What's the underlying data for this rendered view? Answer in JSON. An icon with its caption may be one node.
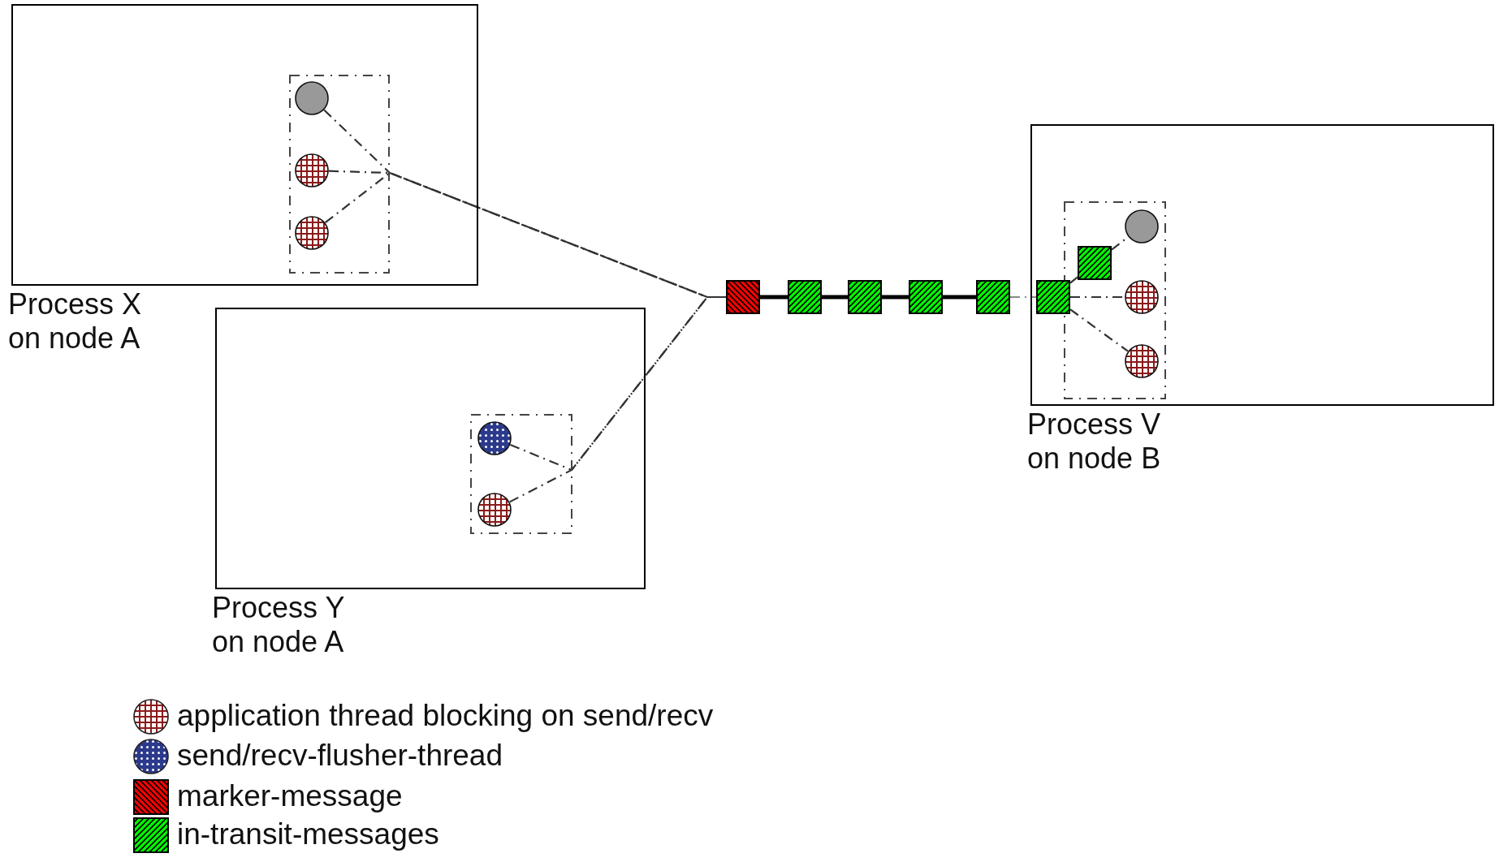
{
  "diagram": {
    "nodes": [
      {
        "text": [
          "Process X on node A"
        ]
      },
      {
        "text": [],
        "shape": "box",
        "in": 0
      },
      {
        "text": [],
        "shape": "circle",
        "in": 1
      },
      {
        "text": [],
        "shape": "circle",
        "in": 1
      },
      {
        "text": [],
        "shape": "circle",
        "in": 1
      },
      {
        "text": [
          "Process Y on node A"
        ]
      },
      {
        "text": [],
        "shape": "box",
        "in": 5
      },
      {
        "text": [],
        "shape": "circle",
        "in": 6
      },
      {
        "text": [],
        "shape": "circle",
        "in": 6
      },
      {
        "text": [],
        "shape": "box"
      },
      {
        "text": [],
        "shape": "box"
      },
      {
        "text": [],
        "shape": "box"
      },
      {
        "text": [],
        "shape": "box"
      },
      {
        "text": [],
        "shape": "box"
      },
      {
        "text": [
          "Process V on node B"
        ]
      },
      {
        "text": [],
        "shape": "box",
        "in": 14
      },
      {
        "text": [],
        "shape": "box",
        "in": 14
      },
      {
        "text": [],
        "shape": "box",
        "in": 15
      },
      {
        "text": [],
        "shape": "circle",
        "in": 15
      },
      {
        "text": [],
        "shape": "circle",
        "in": 15
      },
      {
        "text": [],
        "shape": "circle",
        "in": 15
      }
    ],
    "edges": [
      {
        "from": 2,
        "to": 9,
        "arrow": "none",
        "style": "dashed"
      },
      {
        "from": 3,
        "to": 9,
        "arrow": "none",
        "style": "dashed"
      },
      {
        "from": 4,
        "to": 9,
        "arrow": "none",
        "style": "dashed"
      },
      {
        "from": 7,
        "to": 9,
        "arrow": "none",
        "style": "dashed"
      },
      {
        "from": 8,
        "to": 9,
        "arrow": "none",
        "style": "dashed"
      },
      {
        "from": 9,
        "to": 10,
        "arrow": "none",
        "style": "thick"
      },
      {
        "from": 10,
        "to": 11,
        "arrow": "none",
        "style": "thick"
      },
      {
        "from": 11,
        "to": 12,
        "arrow": "none",
        "style": "thick"
      },
      {
        "from": 12,
        "to": 13,
        "arrow": "none",
        "style": "thick"
      },
      {
        "from": 13,
        "to": 16,
        "arrow": "none",
        "style": "dashed",
        "color": "#888888"
      },
      {
        "from": 16,
        "to": 17,
        "arrow": "none",
        "style": "dashed"
      },
      {
        "from": 17,
        "to": 18,
        "arrow": "none",
        "style": "dashed"
      },
      {
        "from": 16,
        "to": 19,
        "arrow": "none",
        "style": "dashed"
      },
      {
        "from": 16,
        "to": 20,
        "arrow": "none",
        "style": "dashed"
      }
    ],
    "legend": [
      {
        "text": "application thread blocking on send/recv",
        "color": "#8b1a1a"
      },
      {
        "text": "send/recv-flusher-thread",
        "color": "#2b3a8c"
      },
      {
        "text": "marker-message",
        "color": "#ff0000"
      },
      {
        "text": "in-transit-messages",
        "color": "#00ff00"
      }
    ]
  }
}
